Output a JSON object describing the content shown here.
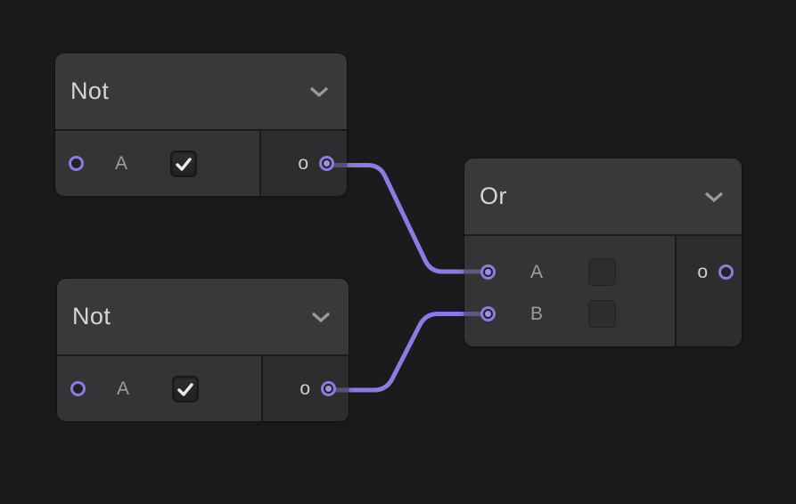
{
  "editor": {
    "background_color": "#1b1b1d",
    "accent_color": "#8a7ce1",
    "node_header_color": "#38383a",
    "node_body_color": "#343436"
  },
  "nodes": {
    "not1": {
      "title": "Not",
      "collapse_icon": "chevron-down",
      "inputs": [
        {
          "label": "A",
          "control": "checkbox",
          "checked": true,
          "connected": false
        }
      ],
      "outputs": [
        {
          "label": "o",
          "connected": true
        }
      ]
    },
    "not2": {
      "title": "Not",
      "collapse_icon": "chevron-down",
      "inputs": [
        {
          "label": "A",
          "control": "checkbox",
          "checked": true,
          "connected": false
        }
      ],
      "outputs": [
        {
          "label": "o",
          "connected": true
        }
      ]
    },
    "or": {
      "title": "Or",
      "collapse_icon": "chevron-down",
      "inputs": [
        {
          "label": "A",
          "control": "checkbox",
          "checked": false,
          "disabled": true,
          "connected": true
        },
        {
          "label": "B",
          "control": "checkbox",
          "checked": false,
          "disabled": true,
          "connected": true
        }
      ],
      "outputs": [
        {
          "label": "o",
          "connected": false
        }
      ]
    }
  },
  "connections": [
    {
      "from_node": "not1",
      "from_port": "o",
      "to_node": "or",
      "to_port": "A"
    },
    {
      "from_node": "not2",
      "from_port": "o",
      "to_node": "or",
      "to_port": "B"
    }
  ]
}
